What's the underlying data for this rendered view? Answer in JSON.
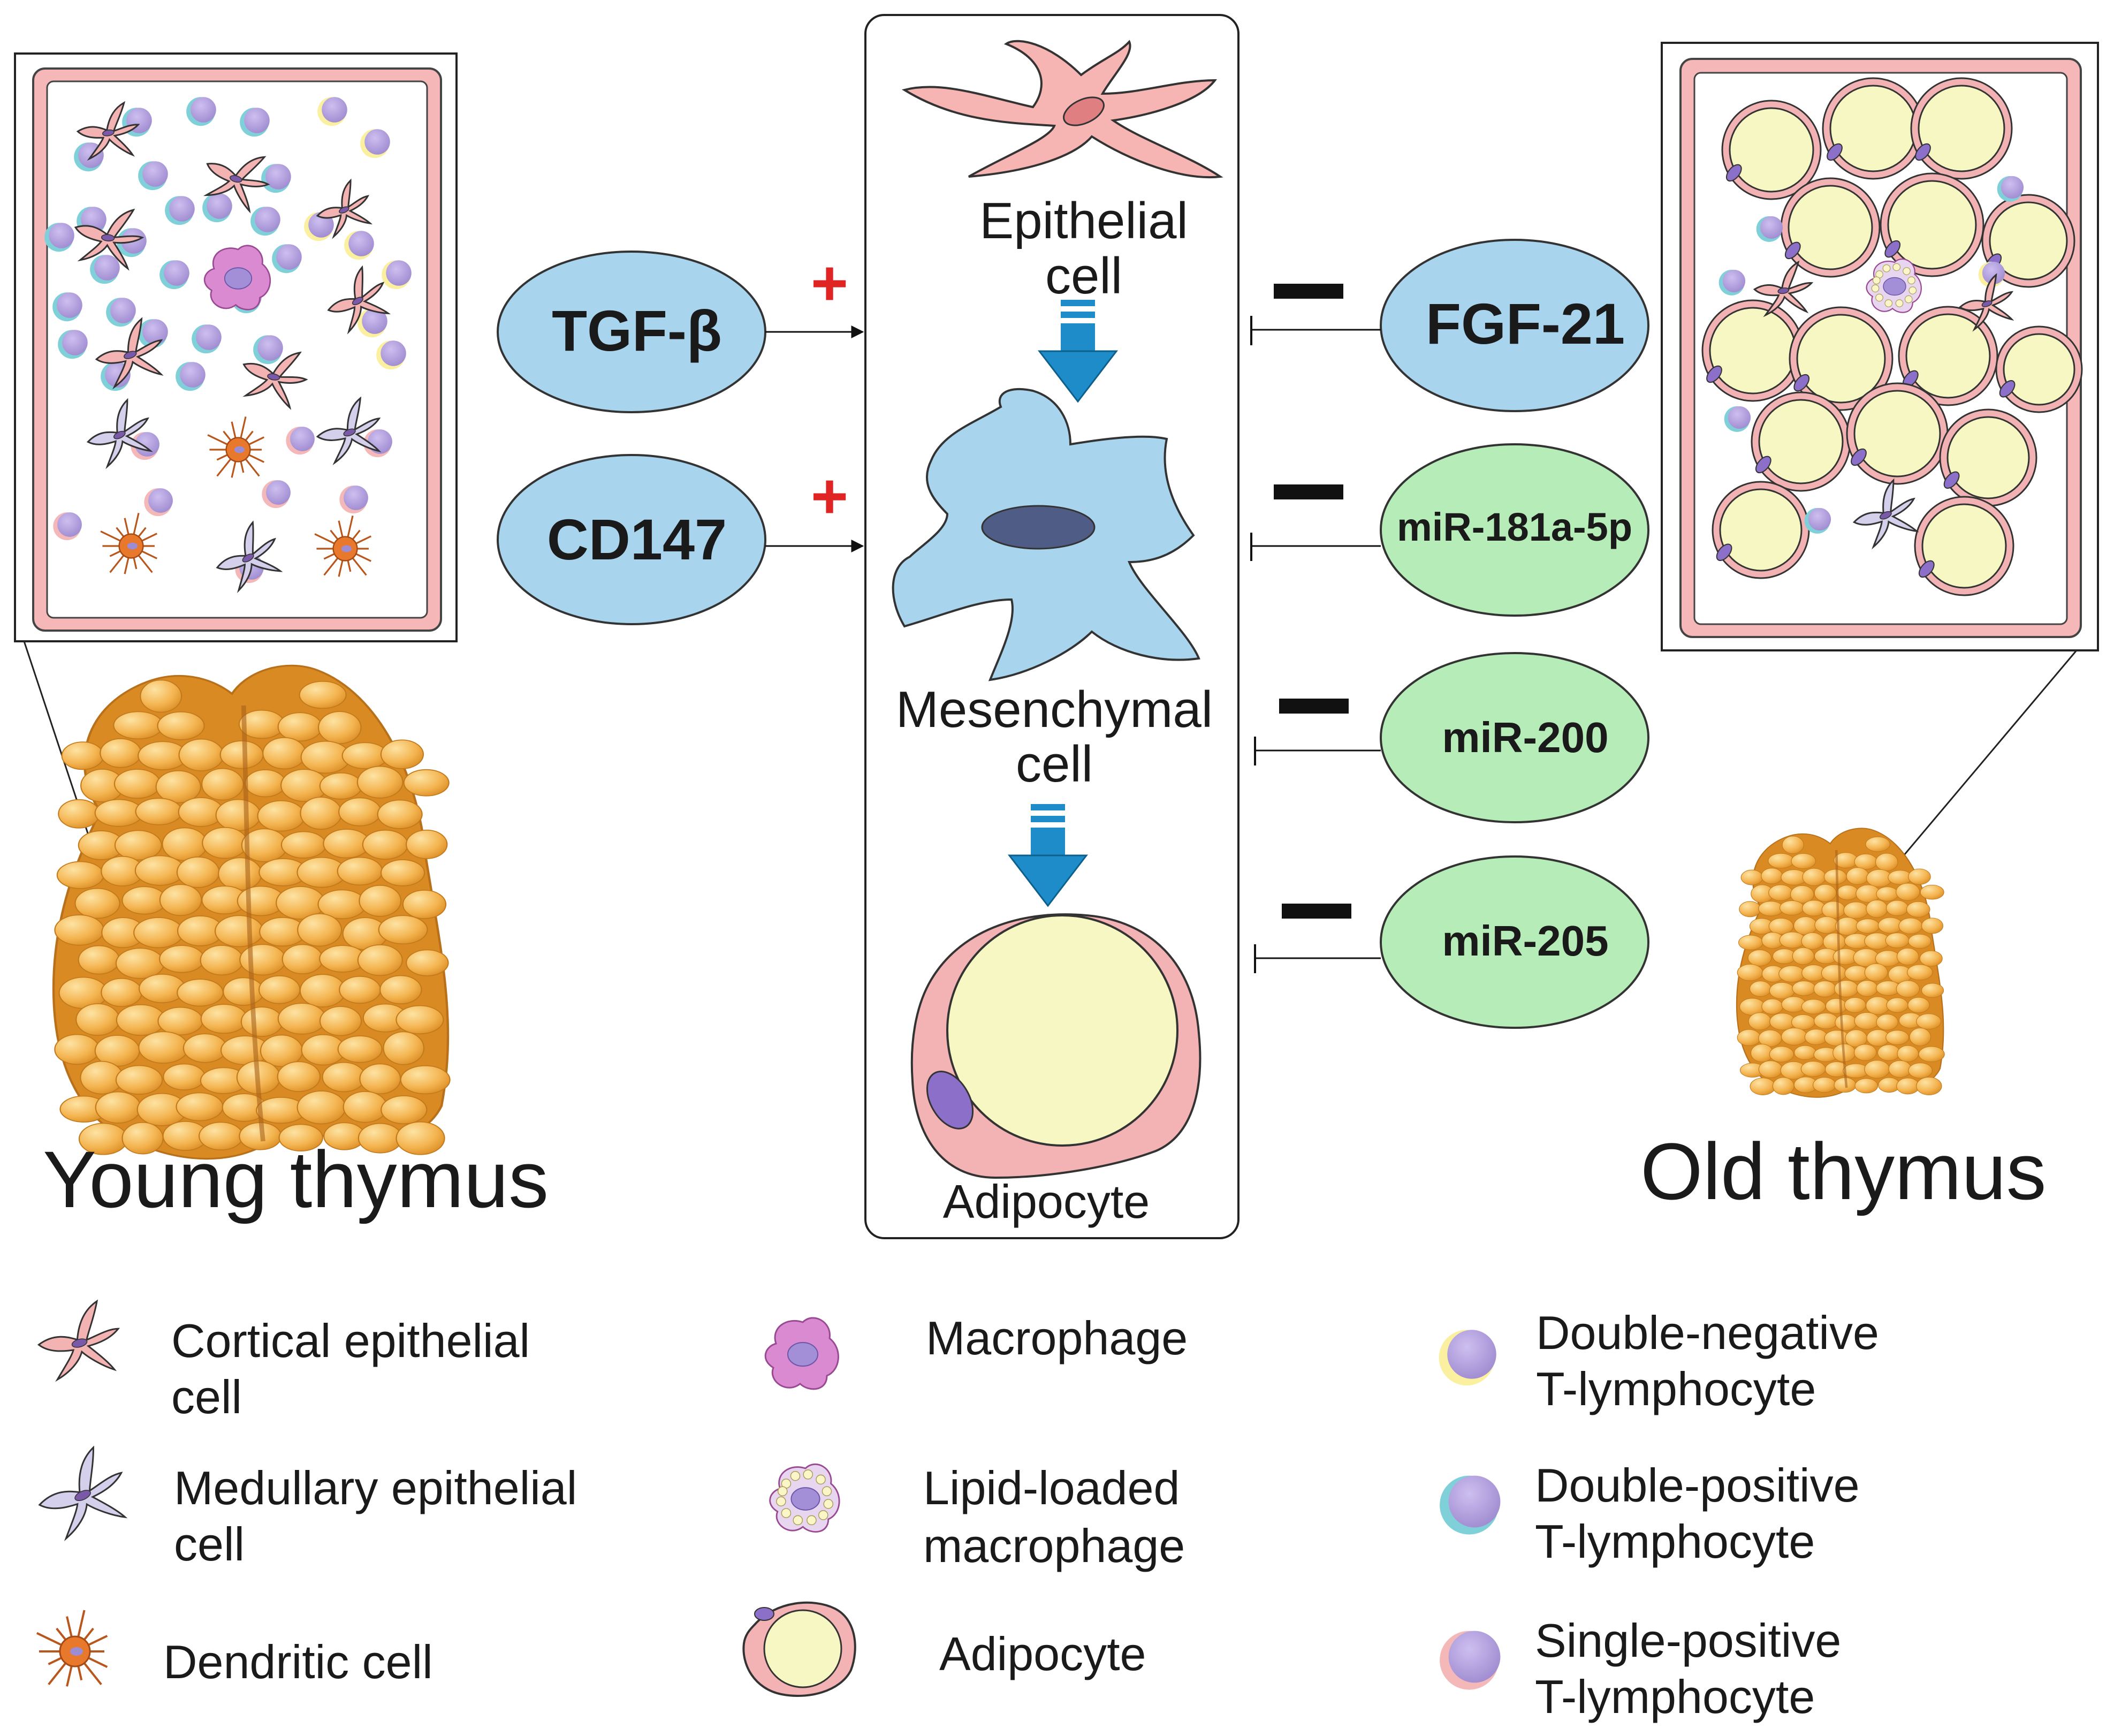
{
  "colors": {
    "cortical_epithelial": "#f4b3b3",
    "medullary_epithelial": "#d4cfea",
    "dendritic": "#e8782b",
    "macrophage": "#d98ad0",
    "lymphocyte_core": "#b7a5db",
    "double_negative_ring": "#fbf0a0",
    "double_positive_ring": "#7fd0d8",
    "single_positive_ring": "#f4b8b8",
    "adipocyte_fill": "#f6f7c2",
    "adipocyte_rim": "#f2b2b3",
    "factor_blue": "#a8d4ee",
    "factor_green": "#b5ecb7",
    "arrow_blue": "#1e8cc8",
    "plus_red": "#e02424",
    "thymus_orange": "#f2a53a"
  },
  "center": {
    "epithelial_label": [
      "Epithelial",
      "cell"
    ],
    "mesenchymal_label": [
      "Mesenchymal",
      "cell"
    ],
    "adipocyte_label": "Adipocyte",
    "icons": [
      "epithelial-cell-icon",
      "mesenchymal-cell-icon",
      "adipocyte-icon",
      "down-arrow-icon"
    ]
  },
  "promoters": [
    {
      "label": "TGF-β",
      "sign": "+"
    },
    {
      "label": "CD147",
      "sign": "+"
    }
  ],
  "inhibitors": [
    {
      "label": "FGF-21",
      "sign": "−",
      "color": "#a8d4ee"
    },
    {
      "label": "miR-181a-5p",
      "sign": "−",
      "color": "#b5ecb7"
    },
    {
      "label": "miR-200",
      "sign": "−",
      "color": "#b5ecb7"
    },
    {
      "label": "miR-205",
      "sign": "−",
      "color": "#b5ecb7"
    }
  ],
  "young_label": "Young thymus",
  "old_label": "Old thymus",
  "legend": {
    "col1": [
      {
        "lines": [
          "Cortical epithelial",
          "cell"
        ],
        "icon": "cortical-epithelial-icon"
      },
      {
        "lines": [
          "Medullary epithelial",
          "cell"
        ],
        "icon": "medullary-epithelial-icon"
      },
      {
        "lines": [
          "Dendritic cell"
        ],
        "icon": "dendritic-cell-icon"
      }
    ],
    "col2": [
      {
        "lines": [
          "Macrophage"
        ],
        "icon": "macrophage-icon"
      },
      {
        "lines": [
          "Lipid-loaded",
          "macrophage"
        ],
        "icon": "lipid-macrophage-icon"
      },
      {
        "lines": [
          "Adipocyte"
        ],
        "icon": "adipocyte-icon"
      }
    ],
    "col3": [
      {
        "lines": [
          "Double-negative",
          "T-lymphocyte"
        ],
        "icon": "double-negative-lymphocyte-icon"
      },
      {
        "lines": [
          "Double-positive",
          "T-lymphocyte"
        ],
        "icon": "double-positive-lymphocyte-icon"
      },
      {
        "lines": [
          "Single-positive",
          "T-lymphocyte"
        ],
        "icon": "single-positive-lymphocyte-icon"
      }
    ]
  }
}
